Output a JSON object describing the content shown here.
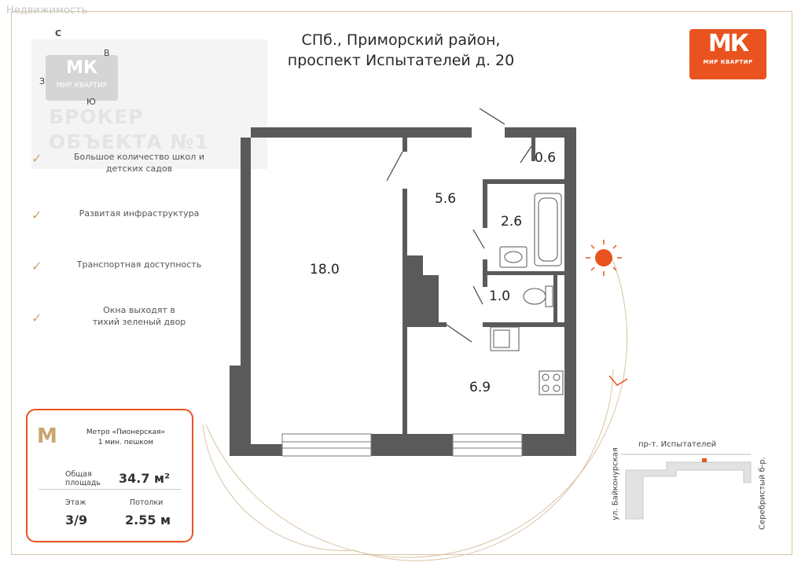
{
  "watermark": {
    "text": "Недвижимость",
    "brand_mark": "МК",
    "brand_sub": "МИР КВАРТИР",
    "title_line1": "БРОКЕР",
    "title_line2": "ОБЪЕКТА №1"
  },
  "compass": {
    "north": "С",
    "east": "В",
    "west": "З",
    "south": "Ю"
  },
  "address": {
    "line1": "СПб., Приморский район,",
    "line2": "проспект Испытателей д. 20"
  },
  "brand": {
    "mark": "МК",
    "name": "МИР КВАРТИР"
  },
  "features": [
    {
      "line1": "Большое количество школ и",
      "line2": "детских садов"
    },
    {
      "line1": "Развитая инфраструктура",
      "line2": ""
    },
    {
      "line1": "Транспортная доступность",
      "line2": ""
    },
    {
      "line1": "Окна выходят в",
      "line2": "тихий зеленый двор"
    }
  ],
  "info": {
    "metro_icon": "М",
    "metro_name": "Метро «Пионерская»",
    "metro_walk": "1 мин. пешком",
    "area_label_line1": "Общая",
    "area_label_line2": "площадь",
    "area_value": "34.7 м²",
    "floor_label": "Этаж",
    "floor_value": "3/9",
    "ceiling_label": "Потолки",
    "ceiling_value": "2.55 м"
  },
  "rooms": {
    "living": "18.0",
    "hall": "5.6",
    "closet": "0.6",
    "bathroom": "2.6",
    "toilet": "1.0",
    "kitchen": "6.9"
  },
  "map": {
    "street_top": "пр-т. Испытателей",
    "street_left": "ул. Байконурская",
    "street_right": "Серебристый б-р."
  },
  "colors": {
    "accent": "#e9531f",
    "gold": "#c9a46b",
    "wall": "#5a5a5a"
  }
}
